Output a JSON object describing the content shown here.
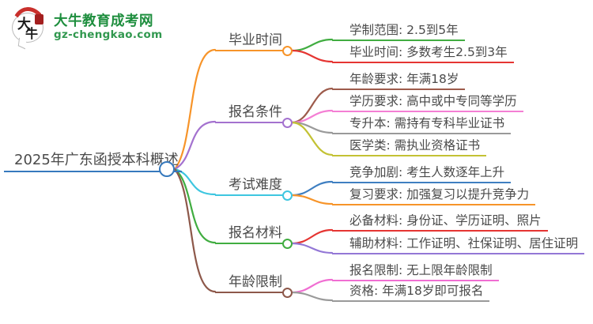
{
  "logo": {
    "icon_text_top": "大",
    "icon_text_bottom": "牛",
    "title": "大牛教育成考网",
    "domain": "gz-chengkao.com",
    "title_color": "#1e8e3e",
    "accent_red": "#c9302c"
  },
  "mindmap": {
    "root": {
      "label": "2025年广东函授本科概述",
      "color": "#3679bd"
    },
    "branches": [
      {
        "label": "毕业时间",
        "color": "#f79429",
        "children": [
          {
            "label": "学制范围: 2.5到5年",
            "color": "#41ad41"
          },
          {
            "label": "毕业时间: 多数考生2.5到3年",
            "color": "#e53532"
          }
        ]
      },
      {
        "label": "报名条件",
        "color": "#a472cf",
        "children": [
          {
            "label": "年龄要求: 年满18岁",
            "color": "#9d5b4b"
          },
          {
            "label": "学历要求: 高中或中专同等学历",
            "color": "#f47fd4"
          },
          {
            "label": "专升本: 需持有专科毕业证书",
            "color": "#9a9a9a"
          },
          {
            "label": "医学类: 需执业资格证书",
            "color": "#c3c234"
          }
        ]
      },
      {
        "label": "考试难度",
        "color": "#3ec6e0",
        "children": [
          {
            "label": "竞争加剧: 考生人数逐年上升",
            "color": "#3f7fc1"
          },
          {
            "label": "复习要求: 加强复习以提升竞争力",
            "color": "#f79429"
          }
        ]
      },
      {
        "label": "报名材料",
        "color": "#41ad41",
        "children": [
          {
            "label": "必备材料: 身份证、学历证明、照片",
            "color": "#e53532"
          },
          {
            "label": "辅助材料: 工作证明、社保证明、居住证明",
            "color": "#9377d6"
          }
        ]
      },
      {
        "label": "年龄限制",
        "color": "#8d584a",
        "children": [
          {
            "label": "报名限制: 无上限年龄限制",
            "color": "#f06ed2"
          },
          {
            "label": "资格: 年满18岁即可报名",
            "color": "#9a9a9a"
          }
        ]
      }
    ]
  }
}
